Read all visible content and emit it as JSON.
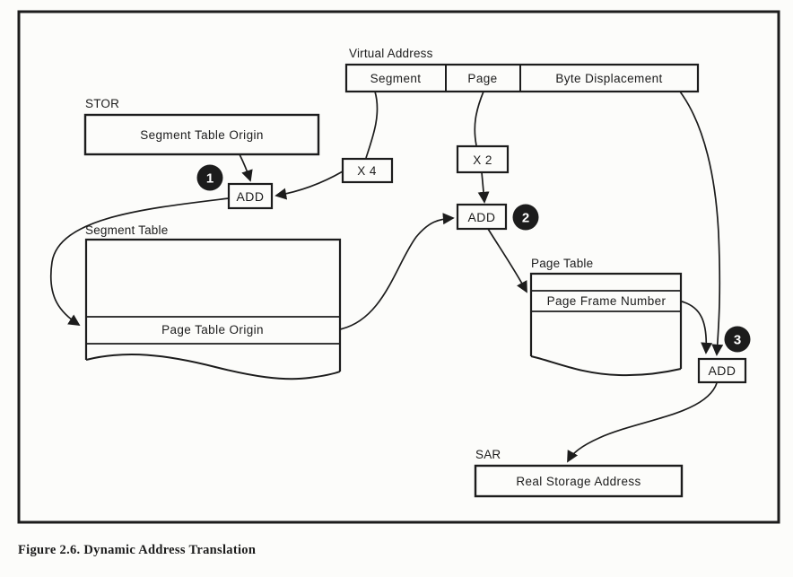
{
  "diagram": {
    "virtual_address": {
      "label": "Virtual Address",
      "fields": [
        "Segment",
        "Page",
        "Byte Displacement"
      ]
    },
    "stor": {
      "label": "STOR",
      "value": "Segment Table Origin"
    },
    "segment_table": {
      "label": "Segment Table",
      "entry": "Page Table Origin"
    },
    "page_table": {
      "label": "Page Table",
      "entry": "Page Frame Number"
    },
    "sar": {
      "label": "SAR",
      "value": "Real Storage Address"
    },
    "x4_label": "X 4",
    "x2_label": "X 2",
    "add_label": "ADD",
    "badges": [
      "1",
      "2",
      "3"
    ]
  },
  "caption": "Figure 2.6. Dynamic Address Translation",
  "colors": {
    "ink": "#1c1c1c",
    "paper": "#fcfcfa"
  }
}
